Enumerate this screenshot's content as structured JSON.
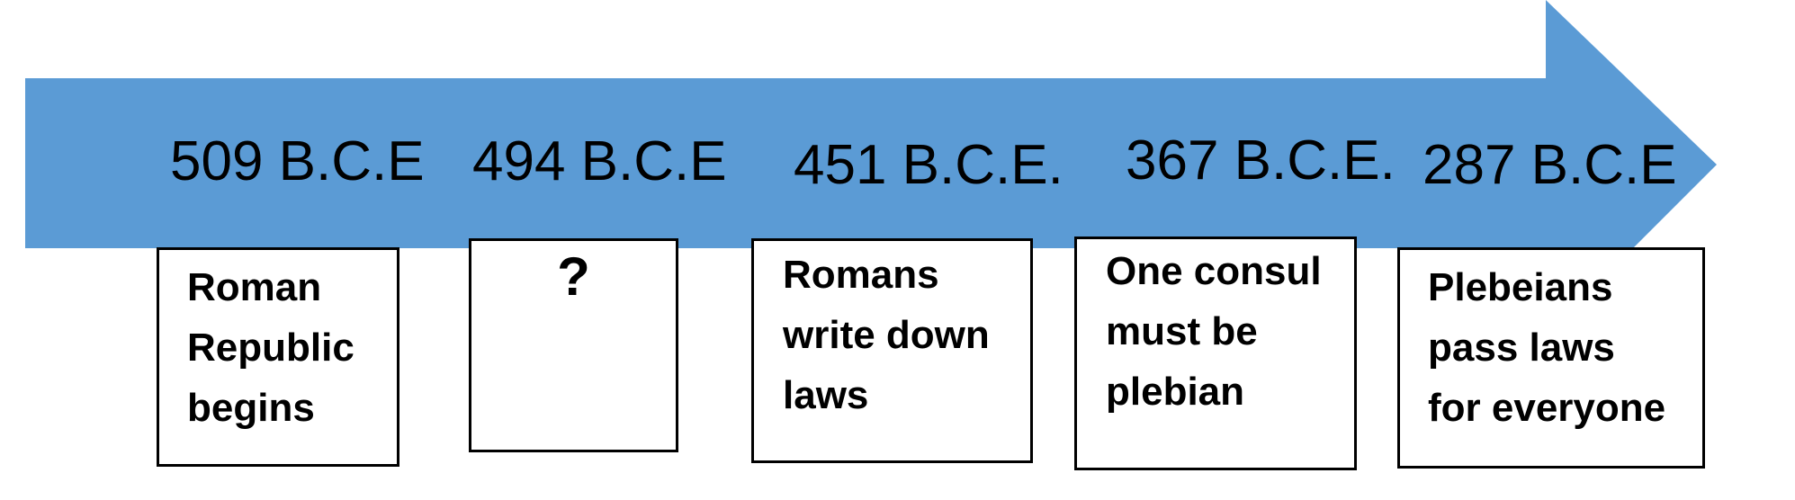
{
  "timeline": {
    "arrow_color": "#5B9BD5",
    "events": [
      {
        "date": "509 B.C.E",
        "text": "Roman\nRepublic\nbegins"
      },
      {
        "date": "494 B.C.E",
        "text": "?"
      },
      {
        "date": "451 B.C.E.",
        "text": "Romans\nwrite down\nlaws"
      },
      {
        "date": "367 B.C.E.",
        "text": "One consul\nmust be\nplebian"
      },
      {
        "date": "287 B.C.E",
        "text": "Plebeians\npass laws\nfor everyone"
      }
    ]
  }
}
